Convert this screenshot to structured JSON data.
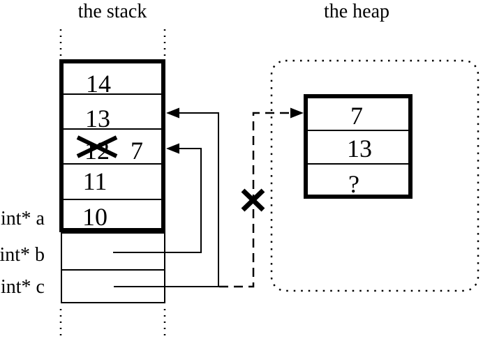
{
  "colors": {
    "ink": "#000000",
    "background": "#ffffff"
  },
  "stack": {
    "title": "the stack",
    "cells": [
      {
        "value": "14"
      },
      {
        "value": "13"
      },
      {
        "old_value": "12",
        "crossed_out": true,
        "value": "7"
      },
      {
        "value": "11"
      },
      {
        "value": "10"
      }
    ],
    "variables": [
      {
        "label": "int* a"
      },
      {
        "label": "int* b"
      },
      {
        "label": "int* c"
      }
    ]
  },
  "heap": {
    "title": "the heap",
    "cells": [
      {
        "value": "7"
      },
      {
        "value": "13"
      },
      {
        "value": "?"
      }
    ]
  },
  "pointers": [
    {
      "variable": "b",
      "target": "stack cell containing 7",
      "style": "solid"
    },
    {
      "variable": "c",
      "target": "stack cell containing 13",
      "style": "solid"
    },
    {
      "variable": "c",
      "target": "heap block",
      "style": "dashed",
      "crossed_out": true
    }
  ],
  "icons": {
    "cross_out_small": "cross-out-icon",
    "invalid_pointer": "invalid-pointer-x-icon",
    "arrowhead": "arrowhead-icon"
  }
}
